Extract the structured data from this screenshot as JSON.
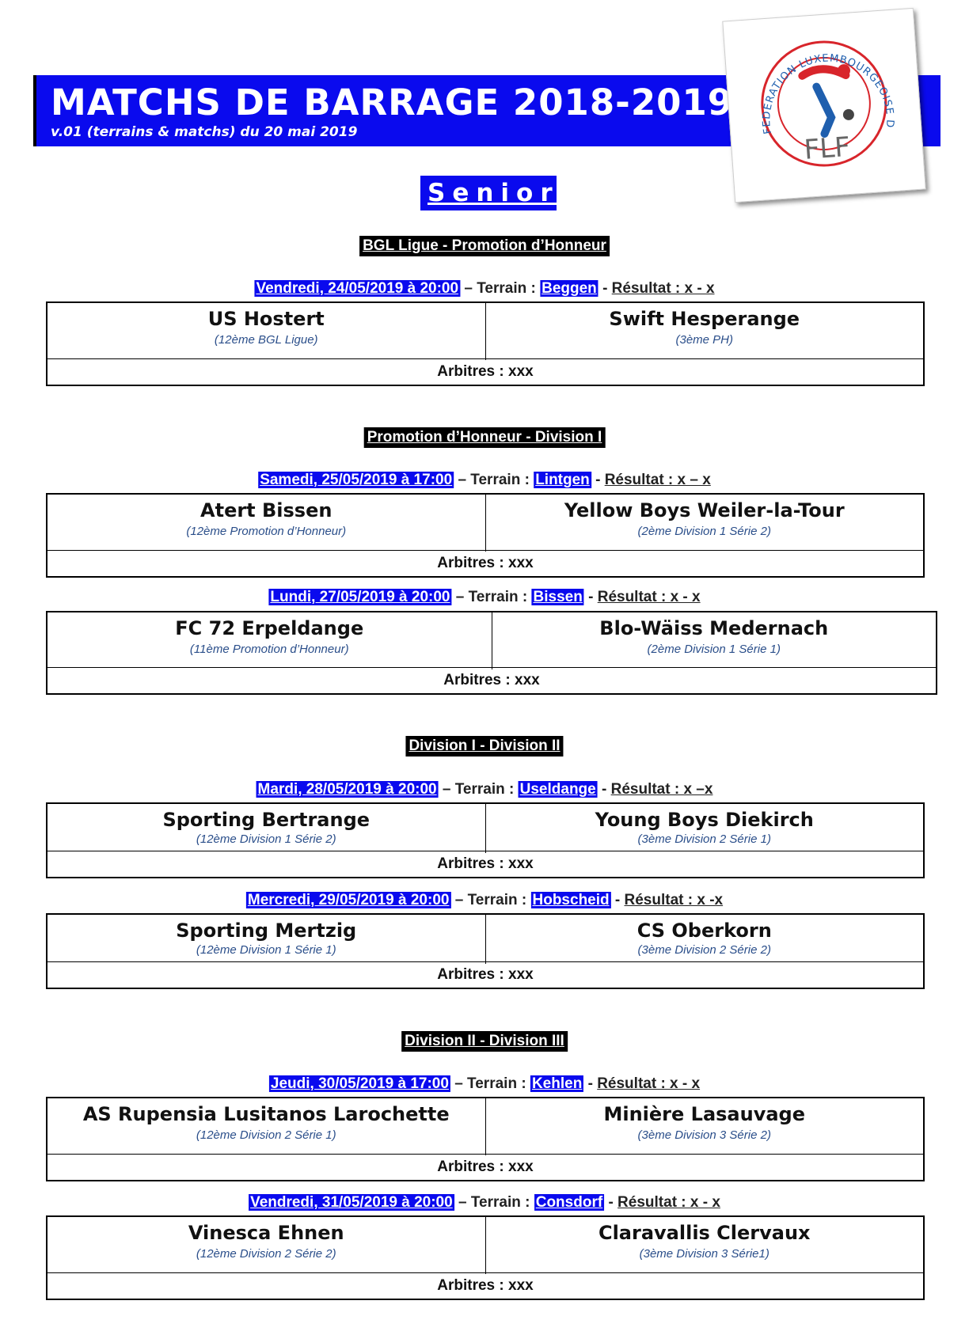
{
  "header": {
    "title": "MATCHS DE BARRAGE 2018-2019",
    "subtitle": "v.01 (terrains & matchs) du 20 mai 2019"
  },
  "logo": {
    "ring_text": "FEDERATION LUXEMBOURGEOISE DE FOOTBALL",
    "initials": "FLF"
  },
  "seniors_label": "Seniors",
  "sections": [
    {
      "title": "BGL Ligue - Promotion d’Honneur",
      "matches": [
        {
          "date": "Vendredi, 24/05/2019 à 20:00",
          "terrain_label": "– Terrain :",
          "terrain": "Beggen",
          "result_sep": "-",
          "result": "Résultat : x - x",
          "home": "US Hostert",
          "home_info": "(12ème BGL Ligue)",
          "away": "Swift Hesperange",
          "away_info": "(3ème PH)",
          "referees": "Arbitres : xxx"
        }
      ]
    },
    {
      "title": "Promotion d’Honneur - Division I",
      "matches": [
        {
          "date": "Samedi, 25/05/2019 à 17:00",
          "terrain_label": "– Terrain :",
          "terrain": "Lintgen",
          "result_sep": "-",
          "result": "Résultat : x – x",
          "home": "Atert Bissen",
          "home_info": "(12ème Promotion d’Honneur)",
          "away": "Yellow Boys Weiler-la-Tour",
          "away_info": "(2ème Division 1 Série 2)",
          "referees": "Arbitres : xxx"
        },
        {
          "date": "Lundi, 27/05/2019 à 20:00",
          "terrain_label": "– Terrain :",
          "terrain": "Bissen",
          "result_sep": "-",
          "result": "Résultat : x - x",
          "home": "FC 72 Erpeldange",
          "home_info": "(11ème Promotion d’Honneur)",
          "away": "Blo-Wäiss Medernach",
          "away_info": "(2ème Division 1 Série 1)",
          "referees": "Arbitres : xxx"
        }
      ]
    },
    {
      "title": "Division I - Division II",
      "matches": [
        {
          "date": "Mardi, 28/05/2019 à 20:00",
          "terrain_label": "– Terrain :",
          "terrain": "Useldange",
          "result_sep": "-",
          "result": "Résultat : x –x",
          "home": "Sporting Bertrange",
          "home_info": "(12ème Division 1 Série 2)",
          "away": "Young Boys Diekirch",
          "away_info": "(3ème Division 2 Série 1)",
          "referees": "Arbitres : xxx"
        },
        {
          "date": "Mercredi, 29/05/2019 à 20:00",
          "terrain_label": "– Terrain :",
          "terrain": "Hobscheid",
          "result_sep": "-",
          "result": "Résultat : x -x",
          "home": "Sporting Mertzig",
          "home_info": "(12ème Division 1 Série 1)",
          "away": "CS Oberkorn",
          "away_info": "(3ème Division 2 Série 2)",
          "referees": "Arbitres : xxx"
        }
      ]
    },
    {
      "title": "Division II - Division III",
      "matches": [
        {
          "date": "Jeudi, 30/05/2019 à 17:00",
          "terrain_label": "– Terrain :",
          "terrain": "Kehlen",
          "result_sep": "-",
          "result": "Résultat : x - x",
          "home": "AS Rupensia Lusitanos Larochette",
          "home_info": "(12ème Division 2 Série 1)",
          "away": "Minière Lasauvage",
          "away_info": "(3ème Division 3 Série 2)",
          "referees": "Arbitres : xxx"
        },
        {
          "date": "Vendredi, 31/05/2019 à 20:00",
          "terrain_label": "– Terrain :",
          "terrain": "Consdorf",
          "result_sep": "-",
          "result": "Résultat : x - x",
          "home": "Vinesca Ehnen",
          "home_info": "(12ème Division 2 Série 2)",
          "away": "Claravallis Clervaux",
          "away_info": "(3ème Division 3 Série1)",
          "referees": "Arbitres : xxx"
        }
      ]
    }
  ],
  "colors": {
    "highlight_blue": "#0a0aee",
    "info_text": "#2a4e8a",
    "logo_red": "#d8252b",
    "logo_blue": "#1f5fae"
  }
}
